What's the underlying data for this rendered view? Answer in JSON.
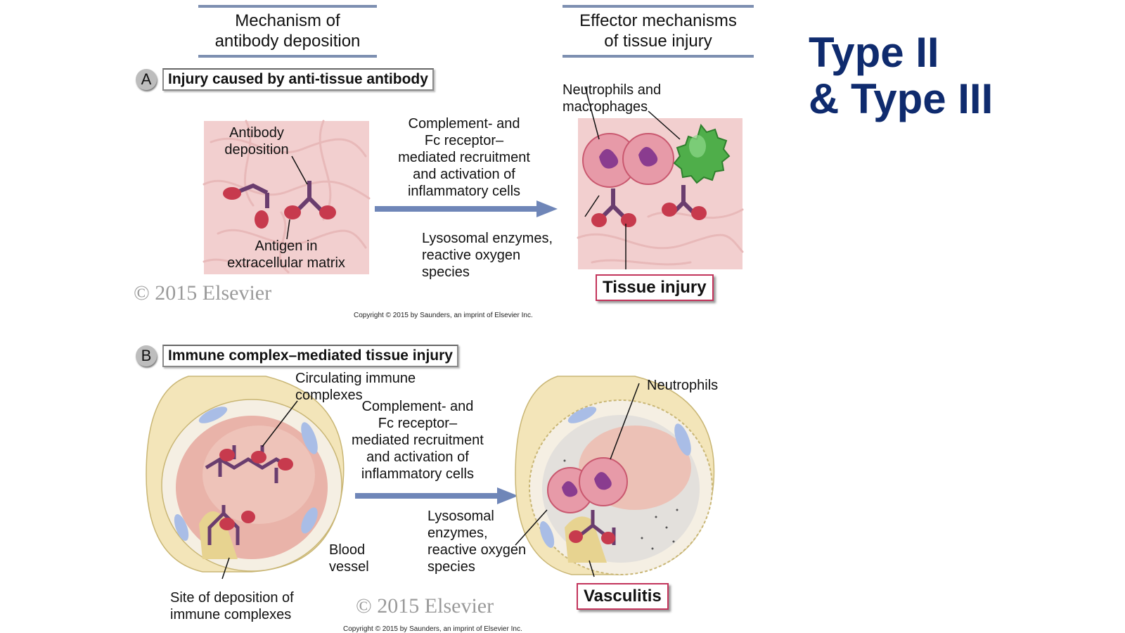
{
  "headers": {
    "mechanism": [
      "Mechanism of",
      "antibody deposition"
    ],
    "effector": [
      "Effector mechanisms",
      "of tissue injury"
    ]
  },
  "title_lines": [
    "Type II",
    "& Type III"
  ],
  "panel_a": {
    "letter": "A",
    "label": "Injury caused by anti-tissue antibody",
    "antibody_deposition": [
      "Antibody",
      "deposition"
    ],
    "antigen": [
      "Antigen in",
      "extracellular matrix"
    ],
    "recruitment": [
      "Complement- and",
      "Fc receptor–",
      "mediated recruitment",
      "and activation of",
      "inflammatory cells"
    ],
    "neutrophils_macrophages": [
      "Neutrophils and",
      "macrophages"
    ],
    "lysosomal": [
      "Lysosomal enzymes,",
      "reactive oxygen",
      "species"
    ],
    "outcome": "Tissue injury",
    "watermark": "© 2015 Elsevier",
    "copyright": "Copyright © 2015 by Saunders, an imprint of Elsevier Inc."
  },
  "panel_b": {
    "letter": "B",
    "label": "Immune complex–mediated tissue injury",
    "circulating": [
      "Circulating immune",
      "complexes"
    ],
    "recruitment": [
      "Complement- and",
      "Fc receptor–",
      "mediated recruitment",
      "and activation of",
      "inflammatory cells"
    ],
    "blood_vessel": [
      "Blood",
      "vessel"
    ],
    "site_of_deposition": [
      "Site of deposition of",
      "immune complexes"
    ],
    "neutrophils": "Neutrophils",
    "lysosomal": [
      "Lysosomal",
      "enzymes,",
      "reactive oxygen",
      "species"
    ],
    "outcome": "Vasculitis",
    "watermark": "© 2015 Elsevier",
    "copyright": "Copyright © 2015 by Saunders, an imprint of Elsevier Inc."
  },
  "colors": {
    "title": "#0f2b6e",
    "header_bar": "#7d8fb1",
    "arrow": "#6f86b8",
    "tissue_bg": "#f2cfcf",
    "antibody": "#6a3d6e",
    "antigen": "#c73a4d",
    "neutrophil": "#e79aa8",
    "macrophage": "#4fae4a",
    "vessel_wall": "#f3e5b9",
    "outcome_border": "#c3345b"
  },
  "icons": [
    "antibody-icon",
    "antigen-icon",
    "neutrophil-icon",
    "macrophage-icon",
    "blood-vessel-icon",
    "arrow-right-icon"
  ]
}
